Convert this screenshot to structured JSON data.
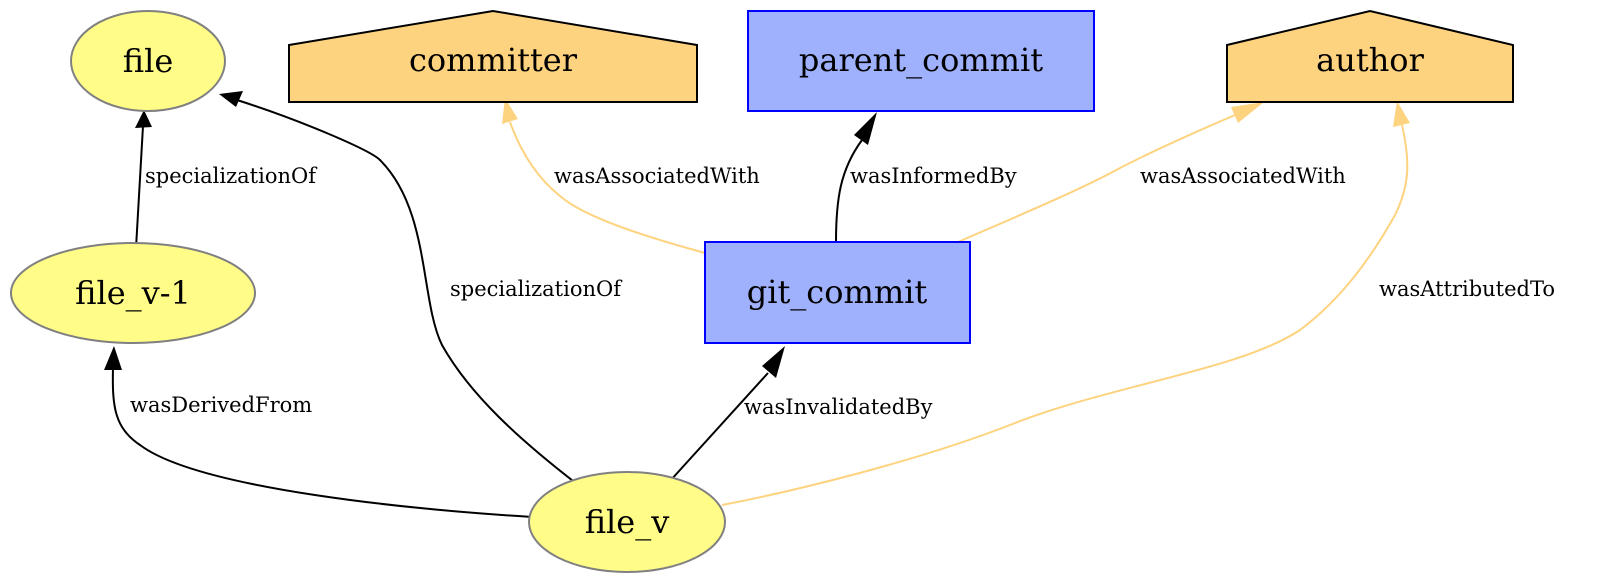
{
  "nodes": {
    "file": {
      "label": "file",
      "kind": "entity"
    },
    "file_prev": {
      "label": "file_v-1",
      "kind": "entity"
    },
    "file_v": {
      "label": "file_v",
      "kind": "entity"
    },
    "committer": {
      "label": "committer",
      "kind": "agent"
    },
    "parent_commit": {
      "label": "parent_commit",
      "kind": "activity"
    },
    "author": {
      "label": "author",
      "kind": "agent"
    },
    "git_commit": {
      "label": "git_commit",
      "kind": "activity"
    }
  },
  "edges": {
    "prev_spec": {
      "label": "specializationOf",
      "from": "file_v-1",
      "to": "file"
    },
    "v_spec": {
      "label": "specializationOf",
      "from": "file_v",
      "to": "file"
    },
    "derived": {
      "label": "wasDerivedFrom",
      "from": "file_v",
      "to": "file_v-1"
    },
    "invalidated": {
      "label": "wasInvalidatedBy",
      "from": "file_v",
      "to": "git_commit"
    },
    "informed": {
      "label": "wasInformedBy",
      "from": "git_commit",
      "to": "parent_commit"
    },
    "assoc_committer": {
      "label": "wasAssociatedWith",
      "from": "git_commit",
      "to": "committer"
    },
    "assoc_author": {
      "label": "wasAssociatedWith",
      "from": "git_commit",
      "to": "author"
    },
    "attributed": {
      "label": "wasAttributedTo",
      "from": "file_v",
      "to": "author"
    }
  },
  "colors": {
    "entity_fill": "#FFFC87",
    "entity_stroke": "#808080",
    "agent_fill": "#FED37F",
    "agent_stroke": "#000000",
    "activity_fill": "#9FB1FC",
    "activity_stroke": "#0000FF",
    "edge_black": "#000000",
    "edge_orange": "#FED37F"
  }
}
